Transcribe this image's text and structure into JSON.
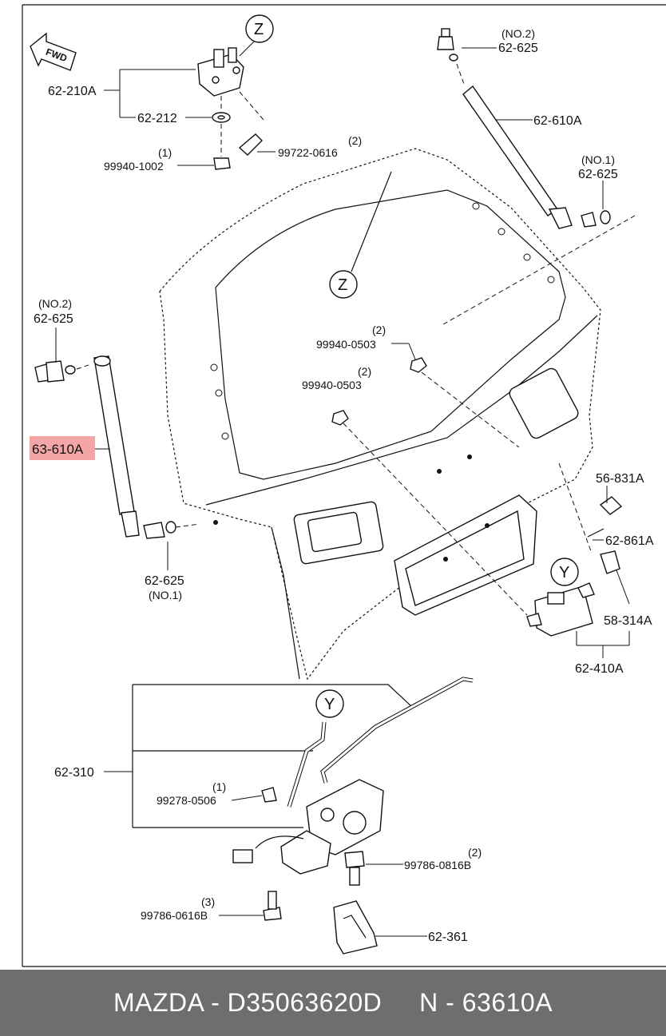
{
  "parts": {
    "p62_210A": "62-210A",
    "p62_212": "62-212",
    "p99940_1002": "99940-1002",
    "p99940_1002_qty": "(1)",
    "p99722_0616": "99722-0616",
    "p99722_0616_qty": "(2)",
    "p62_625_no2_top": "62-625",
    "p62_625_no2_top_note": "(NO.2)",
    "p62_610A": "62-610A",
    "p62_625_no1_right": "62-625",
    "p62_625_no1_right_note": "(NO.1)",
    "p62_625_no2_left": "62-625",
    "p62_625_no2_left_note": "(NO.2)",
    "p63_610A": "63-610A",
    "p62_625_no1_bottom": "62-625",
    "p62_625_no1_bottom_note": "(NO.1)",
    "p99940_0503_a": "99940-0503",
    "p99940_0503_a_qty": "(2)",
    "p99940_0503_b": "99940-0503",
    "p99940_0503_b_qty": "(2)",
    "p56_831A": "56-831A",
    "p62_861A": "62-861A",
    "p58_314A": "58-314A",
    "p62_410A": "62-410A",
    "p62_310": "62-310",
    "p99278_0506": "99278-0506",
    "p99278_0506_qty": "(1)",
    "p99786_0816B": "99786-0816B",
    "p99786_0816B_qty": "(2)",
    "p99786_0616B": "99786-0616B",
    "p99786_0616B_qty": "(3)",
    "p62_361": "62-361"
  },
  "callouts": {
    "z": "Z",
    "y": "Y"
  },
  "fwd_label": "FWD",
  "highlight_color": "#f4a6a6",
  "footer": {
    "text": "MAZDA - D35063620D     N - 63610A"
  }
}
